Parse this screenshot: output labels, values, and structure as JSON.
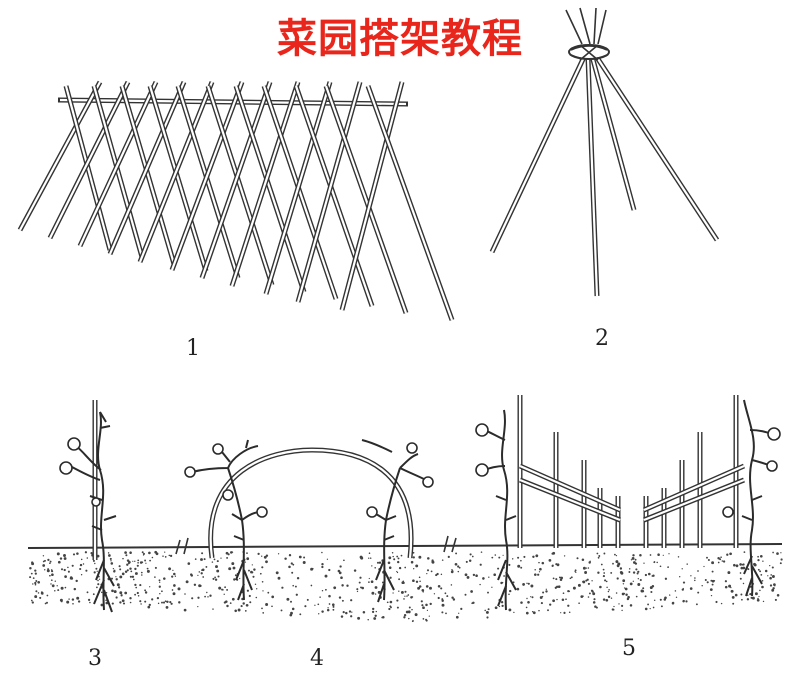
{
  "title": "菜园搭架教程",
  "colors": {
    "title": "#e8261c",
    "ink": "#333333",
    "background": "#ffffff"
  },
  "figures": [
    {
      "id": "1",
      "label": "1"
    },
    {
      "id": "2",
      "label": "2"
    },
    {
      "id": "3",
      "label": "3"
    },
    {
      "id": "4",
      "label": "4"
    },
    {
      "id": "5",
      "label": "5"
    }
  ]
}
